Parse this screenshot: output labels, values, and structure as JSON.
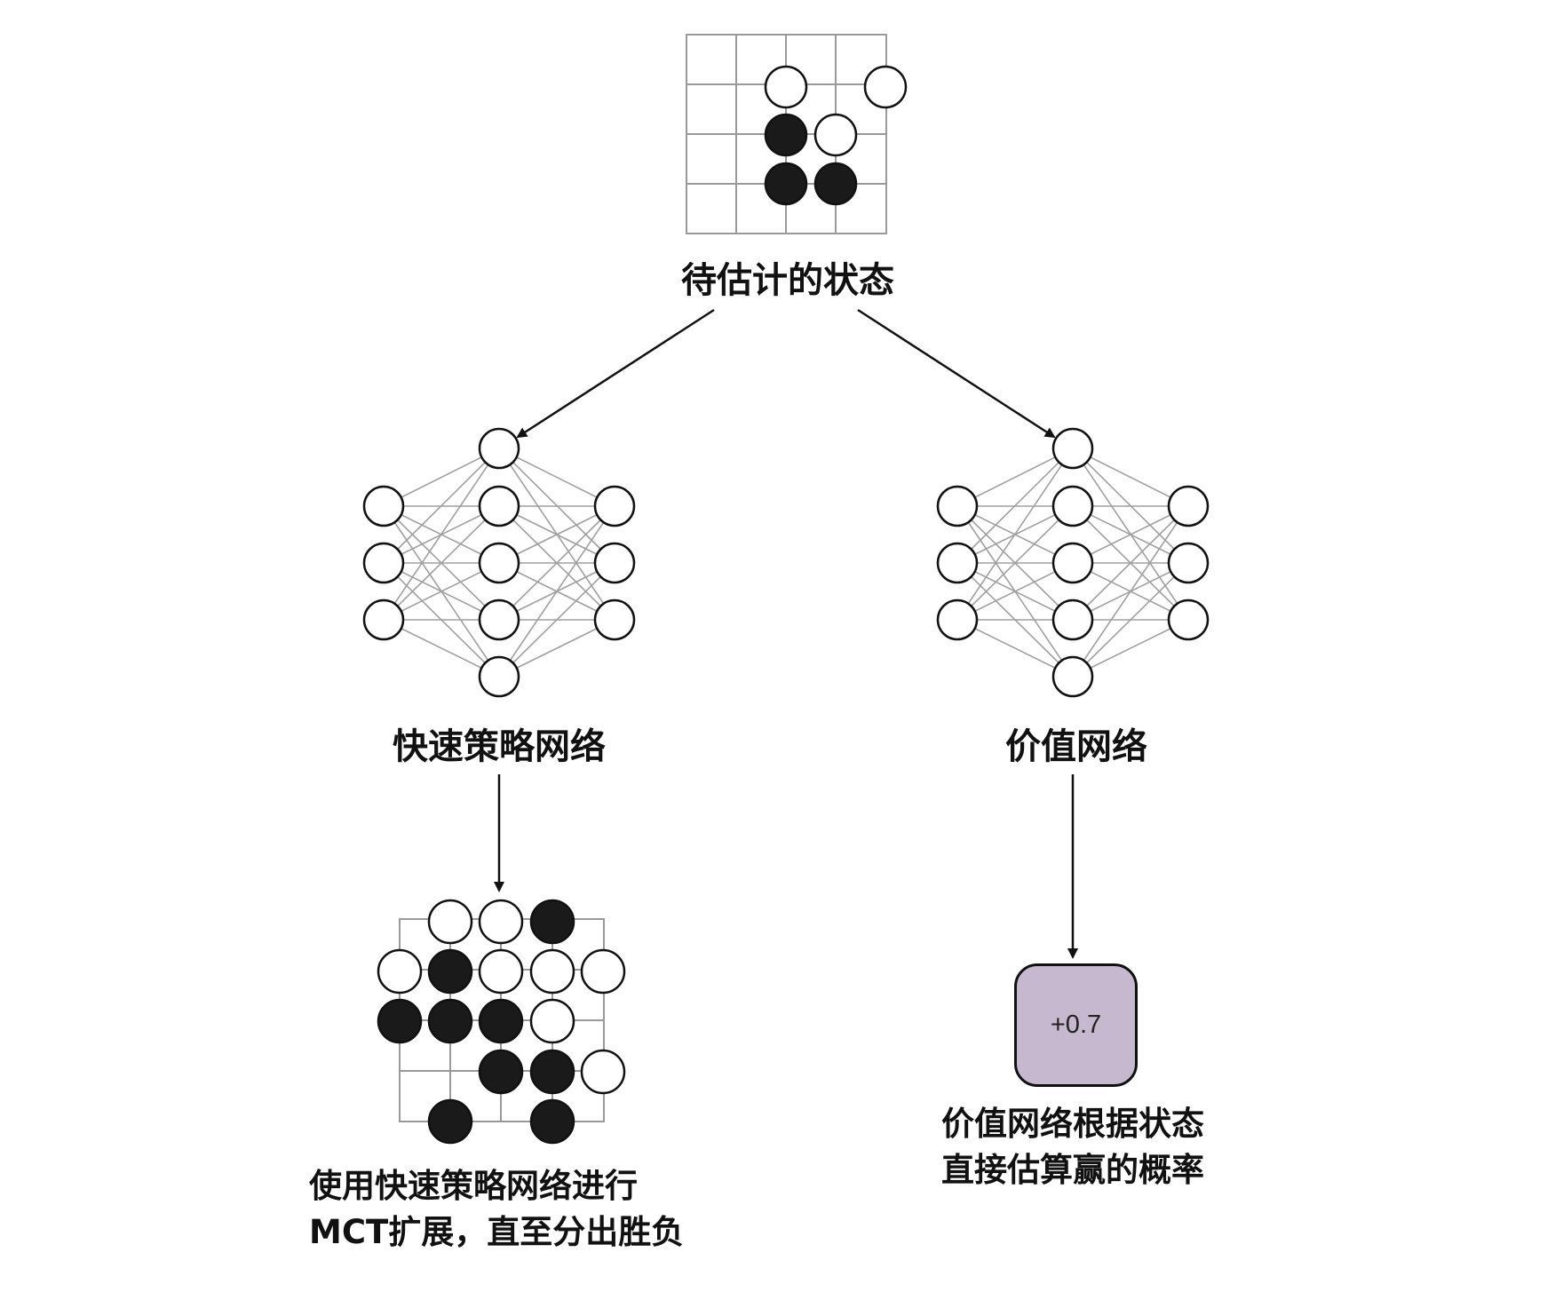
{
  "labels": {
    "state_to_evaluate": "待估计的状态",
    "rollout_network": "快速策略网络",
    "value_network": "价值网络",
    "mct_line1": "使用快速策略网络进行",
    "mct_line2": "MCT扩展，直至分出胜负",
    "estimate_line1": "价值网络根据状态",
    "estimate_line2": "直接估算赢的概率"
  },
  "value_output": "+0.7",
  "colors": {
    "grid": "#9a9a9a",
    "edge": "#a0a0a0",
    "stone_black": "#1a1a1a",
    "stone_white": "#ffffff",
    "value_box_fill": "#c5b8cf",
    "arrow": "#111111"
  }
}
